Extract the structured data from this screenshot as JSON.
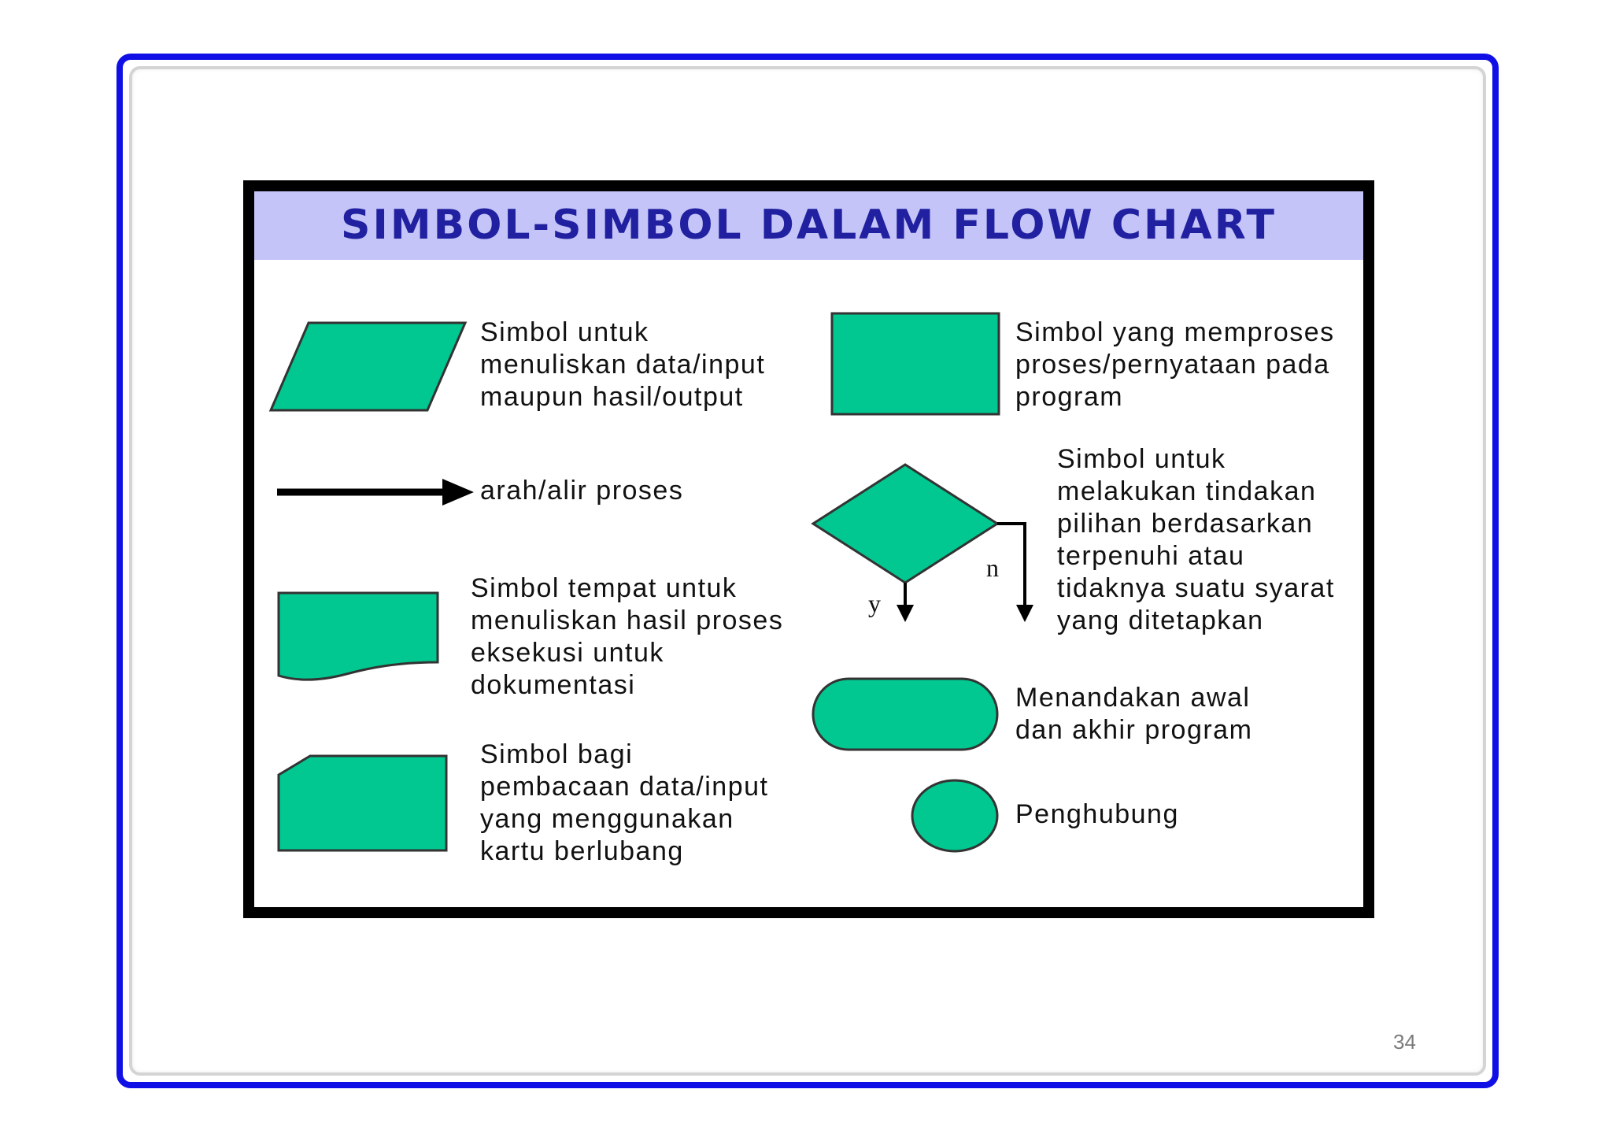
{
  "title": "SIMBOL-SIMBOL DALAM FLOW CHART",
  "colors": {
    "symbol_fill": "#00c890",
    "title_band": "#c4c4f8",
    "title_text": "#2020a0",
    "slide_border": "#1010e6"
  },
  "symbols": {
    "input_output": {
      "lines": [
        "Simbol untuk",
        "menuliskan data/input",
        "maupun hasil/output"
      ]
    },
    "flow_arrow": {
      "lines": [
        "arah/alir proses"
      ]
    },
    "document": {
      "lines": [
        "Simbol tempat untuk",
        "menuliskan hasil proses",
        "eksekusi untuk",
        "dokumentasi"
      ]
    },
    "punched_card": {
      "lines": [
        "Simbol bagi",
        "pembacaan data/input",
        "yang menggunakan",
        "kartu berlubang"
      ]
    },
    "process": {
      "lines": [
        "Simbol yang memproses",
        "proses/pernyataan pada",
        "program"
      ]
    },
    "decision": {
      "lines": [
        "Simbol untuk",
        "melakukan tindakan",
        "pilihan berdasarkan",
        "terpenuhi atau",
        "tidaknya suatu syarat",
        "yang ditetapkan"
      ],
      "yes_label": "y",
      "no_label": "n"
    },
    "terminator": {
      "lines": [
        "Menandakan awal",
        "dan akhir program"
      ]
    },
    "connector": {
      "lines": [
        "Penghubung"
      ]
    }
  },
  "page_number": "34"
}
